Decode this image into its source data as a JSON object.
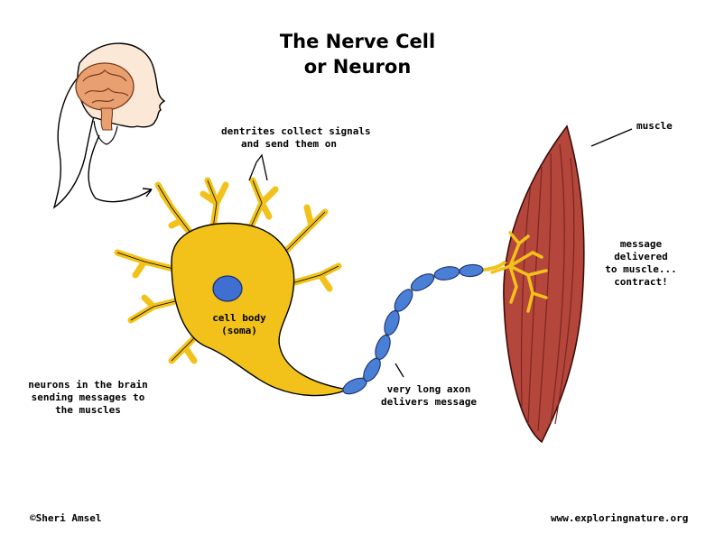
{
  "title": {
    "line1": "The Nerve Cell",
    "line2": "or Neuron"
  },
  "labels": {
    "dendrites_1": "dentrites collect signals",
    "dendrites_2": "and send them on",
    "muscle": "muscle",
    "message_1": "message",
    "message_2": "delivered",
    "message_3": "to muscle...",
    "message_4": "contract!",
    "cell_body_1": "cell body",
    "cell_body_2": "(soma)",
    "brain_1": "neurons in the brain",
    "brain_2": "sending messages to",
    "brain_3": "the muscles",
    "axon_1": "very long axon",
    "axon_2": "delivers message"
  },
  "footer": {
    "copyright": "©Sheri Amsel",
    "url": "www.exploringnature.org"
  },
  "colors": {
    "neuron": "#f2c21a",
    "neuron_dark": "#c99a0a",
    "myelin": "#4a7fd6",
    "nucleus": "#3f6fd0",
    "muscle": "#b5463c",
    "muscle_dark": "#7a2620",
    "brain": "#e8a070",
    "skin": "#fbe8d6"
  }
}
